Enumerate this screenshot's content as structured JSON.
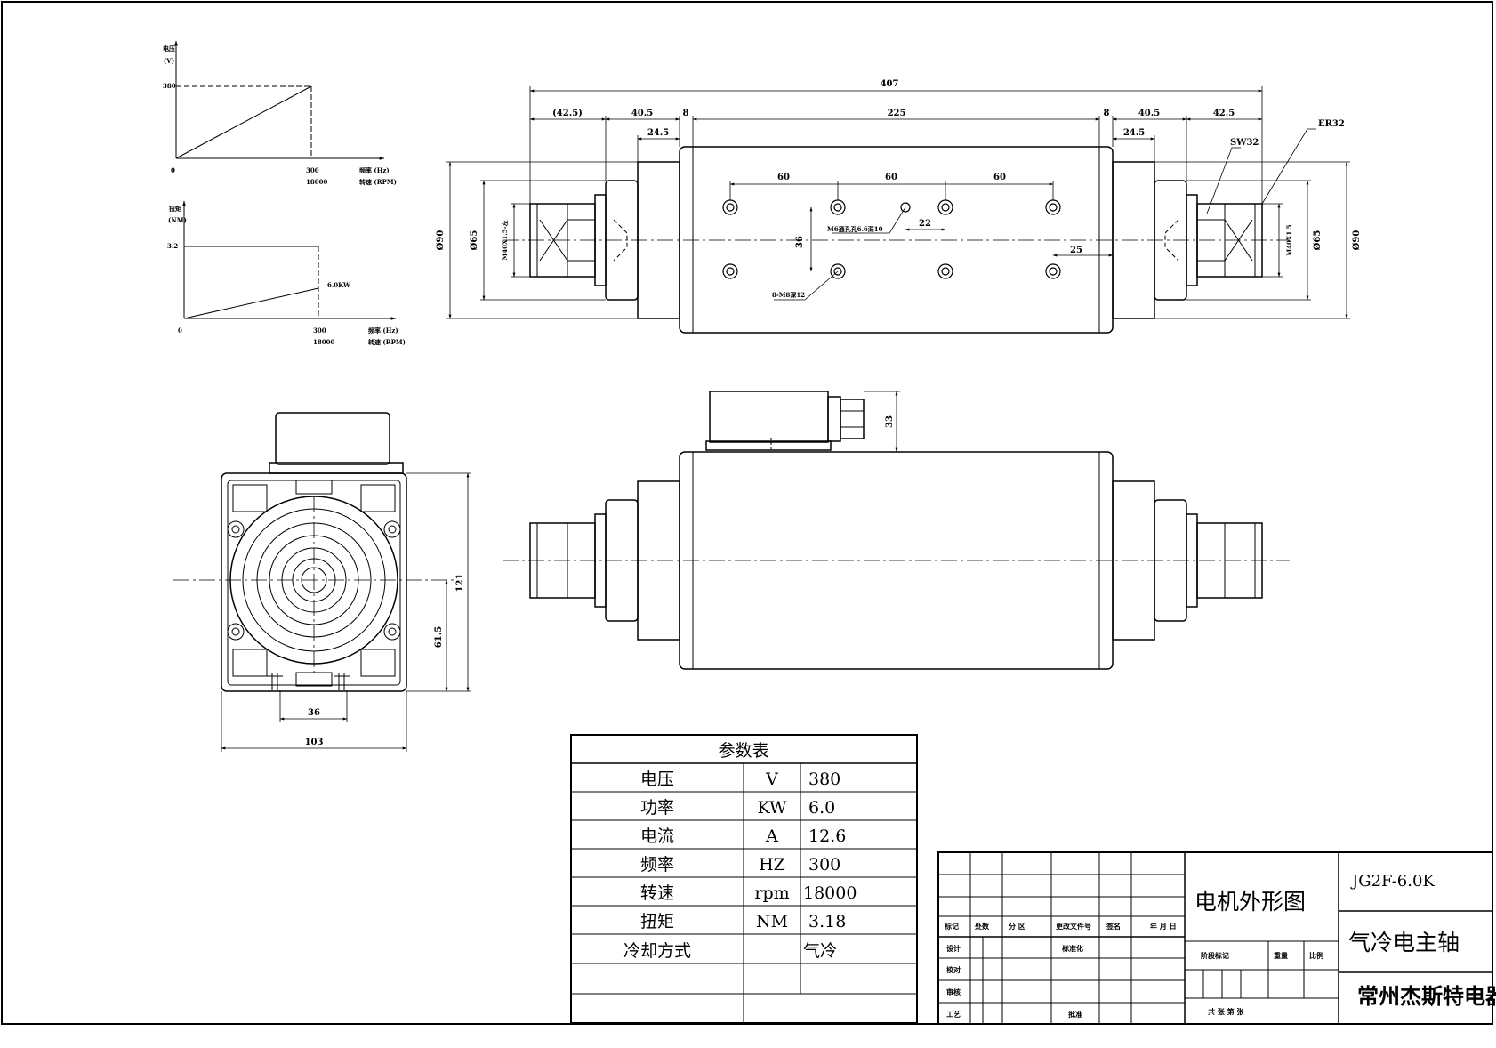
{
  "voltage_graph": {
    "y_label_1": "电压",
    "y_label_2": "(V)",
    "y_value": "380",
    "origin": "0",
    "x_value_1": "300",
    "x_value_2": "18000",
    "x_label_1": "频率 (Hz)",
    "x_label_2": "转速 (RPM)"
  },
  "torque_graph": {
    "y_label_1": "扭矩",
    "y_label_2": "(NM)",
    "y_value": "3.2",
    "origin": "0",
    "power_label": "6.0KW",
    "x_value_1": "300",
    "x_value_2": "18000",
    "x_label_1": "频率 (Hz)",
    "x_label_2": "转速 (RPM)"
  },
  "top_view": {
    "overall": "407",
    "left_nut": "(42.5)",
    "left_flange": "40.5",
    "left_gap": "8",
    "body": "225",
    "right_gap": "8",
    "right_flange": "40.5",
    "right_nut": "42.5",
    "left_small": "24.5",
    "right_small": "24.5",
    "sw": "SW32",
    "er": "ER32",
    "hole_spacing_1": "60",
    "hole_spacing_2": "60",
    "hole_spacing_3": "60",
    "thread_hole": "M6通孔孔6.6深10",
    "offset_22": "22",
    "offset_25": "25",
    "height_36": "36",
    "holes_note": "8-M8深12",
    "left_dia_90": "Ø90",
    "left_dia_65": "Ø65",
    "left_thread": "M40X1.5-左",
    "right_thread": "M40X1.5",
    "right_dia_65": "Ø65",
    "right_dia_90": "Ø90"
  },
  "side_view": {
    "connector_height": "33"
  },
  "end_view": {
    "height": "121",
    "center_height": "61.5",
    "slot": "36",
    "width": "103"
  },
  "param_table": {
    "title": "参数表",
    "rows": [
      {
        "name": "电压",
        "unit": "V",
        "value": "380"
      },
      {
        "name": "功率",
        "unit": "KW",
        "value": "6.0"
      },
      {
        "name": "电流",
        "unit": "A",
        "value": "12.6"
      },
      {
        "name": "频率",
        "unit": "HZ",
        "value": "300"
      },
      {
        "name": "转速",
        "unit": "rpm",
        "value": "18000"
      },
      {
        "name": "扭矩",
        "unit": "NM",
        "value": "3.18"
      },
      {
        "name": "冷却方式",
        "unit": "",
        "value": "气冷"
      }
    ]
  },
  "title_block": {
    "h_mark": "标记",
    "h_count": "处数",
    "h_zone": "分 区",
    "h_doc": "更改文件号",
    "h_sign": "签名",
    "h_date": "年 月 日",
    "design": "设计",
    "standard": "标准化",
    "check": "校对",
    "review": "审核",
    "process": "工艺",
    "approve": "批准",
    "stage": "阶段标记",
    "weight": "重量",
    "scale": "比例",
    "sheets": "共   张   第   张",
    "drawing_title": "电机外形图",
    "model": "JG2F-6.0K",
    "product_name": "气冷电主轴",
    "company": "常州杰斯特电器"
  }
}
